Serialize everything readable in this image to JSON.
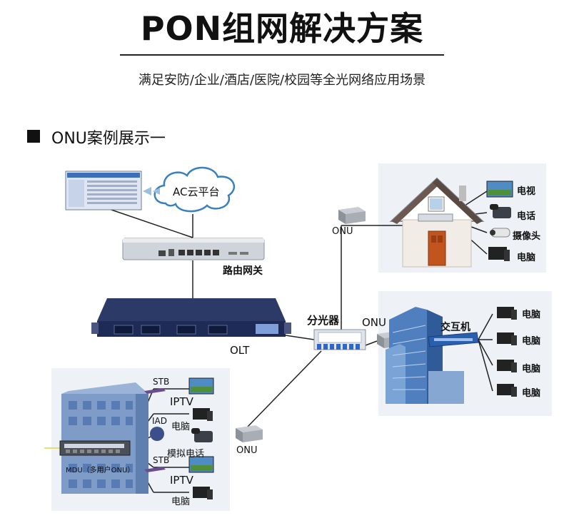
{
  "header": {
    "title": "PON组网解决方案",
    "subtitle": "满足安防/企业/酒店/医院/校园等全光网络应用场景"
  },
  "section": {
    "title": "ONU案例展示一"
  },
  "labels": {
    "cloud": "AC云平台",
    "router": "路由网关",
    "olt": "OLT",
    "splitter": "分光器",
    "onu_home": "ONU",
    "onu_office": "ONU",
    "onu_mdu": "ONU",
    "switch": "交互机",
    "home_tv": "电视",
    "home_phone": "电话",
    "home_camera": "摄像头",
    "home_pc": "电脑",
    "office_pc_1": "电脑",
    "office_pc_2": "电脑",
    "office_pc_3": "电脑",
    "office_pc_4": "电脑",
    "mdu": "MDU（多用户ONU）",
    "stb_1": "STB",
    "iptv_1": "IPTV",
    "iad": "IAD",
    "mdu_pc_1": "电脑",
    "analog_phone": "模拟电话",
    "stb_2": "STB",
    "iptv_2": "IPTV",
    "mdu_pc_2": "电脑"
  },
  "colors": {
    "line": "#222222",
    "panel": "#eef1f6",
    "olt_body": "#1d2b56",
    "building": "#7f9cc8",
    "switch": "#2a5fae",
    "cloud": "#3a7fc0"
  }
}
